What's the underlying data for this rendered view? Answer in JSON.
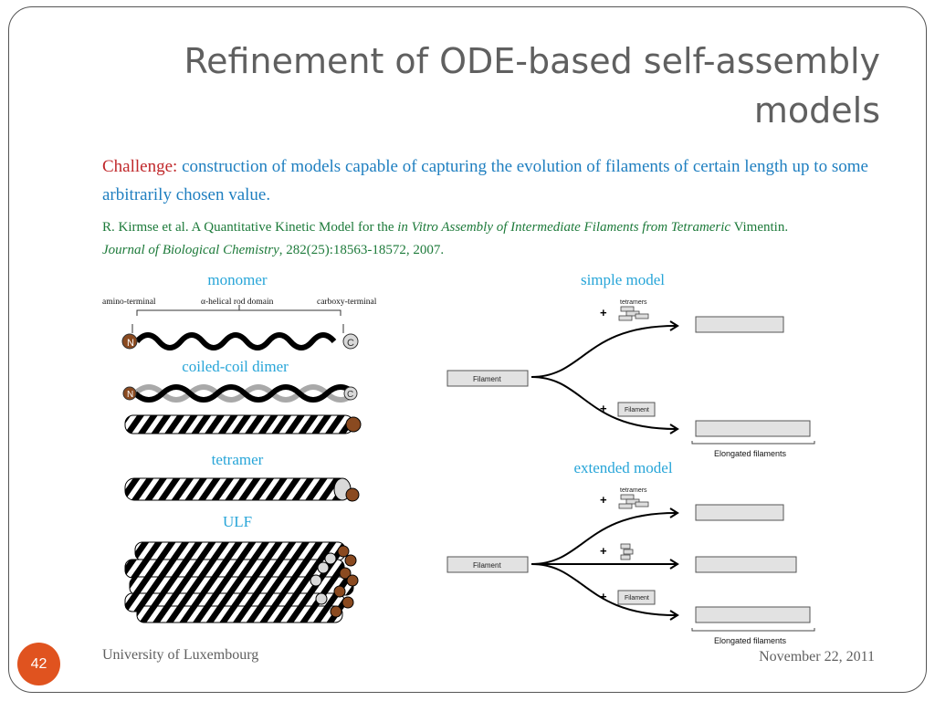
{
  "slide": {
    "title": "Refinement of ODE-based self-assembly models",
    "challenge_label": "Challenge:",
    "challenge_text": "construction of models capable of capturing the evolution of filaments of certain length up to some arbitrarily chosen value.",
    "reference_authors": "R. Kirmse et al. A Quantitative Kinetic Model for the",
    "reference_title_italic": "in Vitro Assembly of Intermediate Filaments from Tetrameric",
    "reference_title_end": "Vimentin.",
    "reference_journal": "Journal of Biological Chemistry",
    "reference_details": ", 282(25):18563-18572, 2007.",
    "page_number": "42",
    "footer_left": "University of Luxembourg",
    "footer_right": "November 22, 2011"
  },
  "left_panel": {
    "monomer": "monomer",
    "amino_terminal": "amino-terminal",
    "helical_domain": "α-helical rod domain",
    "carboxy_terminal": "carboxy-terminal",
    "n_label": "N",
    "c_label": "C",
    "coiled_coil_dimer": "coiled-coil dimer",
    "tetramer": "tetramer",
    "ulf": "ULF"
  },
  "right_panel": {
    "simple_model": "simple model",
    "extended_model": "extended model",
    "filament": "Filament",
    "tetramers": "tetramers",
    "plus": "+",
    "elongated_filaments": "Elongated filaments"
  },
  "colors": {
    "accent": "#27a5d8",
    "challenge_label": "#c0282b",
    "challenge_text": "#1f7fc0",
    "reference": "#1d7a3a",
    "page_badge": "#e0531f"
  }
}
